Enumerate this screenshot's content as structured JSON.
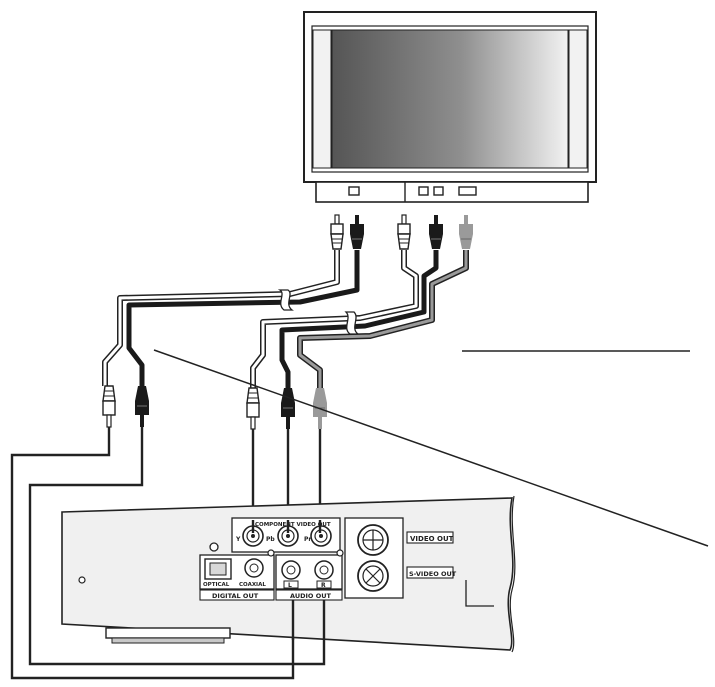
{
  "panel": {
    "component_video_out_label": "COMPONENT VIDEO OUT",
    "y_label": "Y",
    "pb_label": "Pb",
    "pr_label": "Pr",
    "video_out_label": "VIDEO OUT",
    "svideo_out_label": "S-VIDEO OUT",
    "optical_label": "OPTICAL",
    "coaxial_label": "COAXIAL",
    "digital_out_label": "DIGITAL OUT",
    "audio_out_label": "AUDIO OUT",
    "l_label": "L",
    "r_label": "R"
  },
  "colors": {
    "line": "#222222",
    "cable_black": "#1a1a1a",
    "cable_gray": "#9a9a9a",
    "cable_white": "#ffffff",
    "screen_dark": "#5a5a5a",
    "screen_light": "#f0f0f0"
  }
}
